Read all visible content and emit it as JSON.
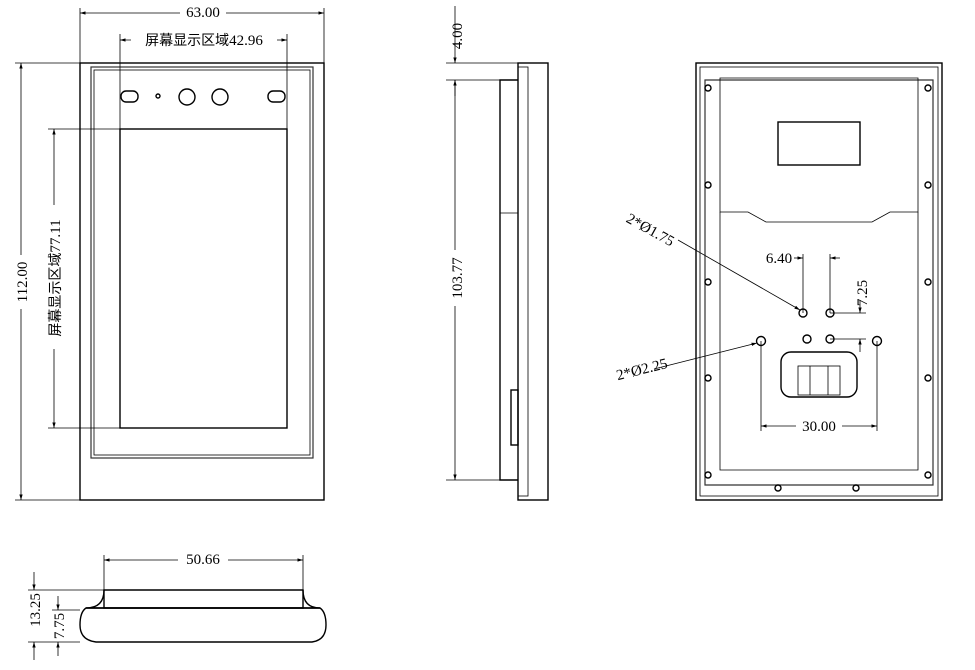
{
  "dimensions": {
    "front_width": "63.00",
    "front_screen_width": "42.96",
    "front_screen_width_label": "屏幕显示区域",
    "front_height": "112.00",
    "front_screen_height": "77.11",
    "front_screen_height_label": "屏幕显示区域",
    "side_top": "4.00",
    "side_height": "103.77",
    "back_hole_small": "2*Ø1.75",
    "back_hole_large": "2*Ø2.25",
    "back_spacing_h": "6.40",
    "back_spacing_v": "7.25",
    "back_spacing_wide": "30.00",
    "bottom_width": "50.66",
    "bottom_height_total": "13.25",
    "bottom_height_base": "7.75"
  }
}
